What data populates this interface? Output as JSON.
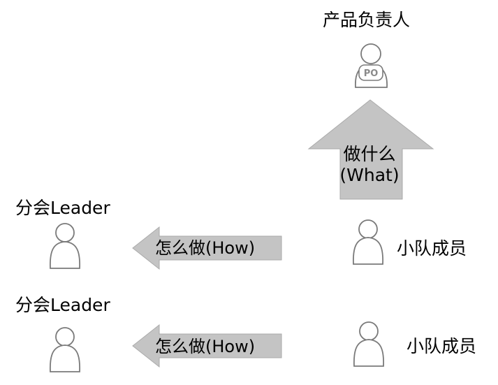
{
  "product_owner": {
    "title": "产品负责人",
    "badge": "PO"
  },
  "up_arrow": {
    "line1": "做什么",
    "line2": "(What)"
  },
  "teams": [
    {
      "leader_title": "分会Leader",
      "arrow_label": "怎么做(How)",
      "member_label": "小队成员"
    },
    {
      "leader_title": "分会Leader",
      "arrow_label": "怎么做(How)",
      "member_label": "小队成员"
    }
  ],
  "colors": {
    "arrow_fill": "#c4c4c4",
    "arrow_stroke": "#aaaaaa",
    "person_stroke": "#7a7a7a"
  }
}
